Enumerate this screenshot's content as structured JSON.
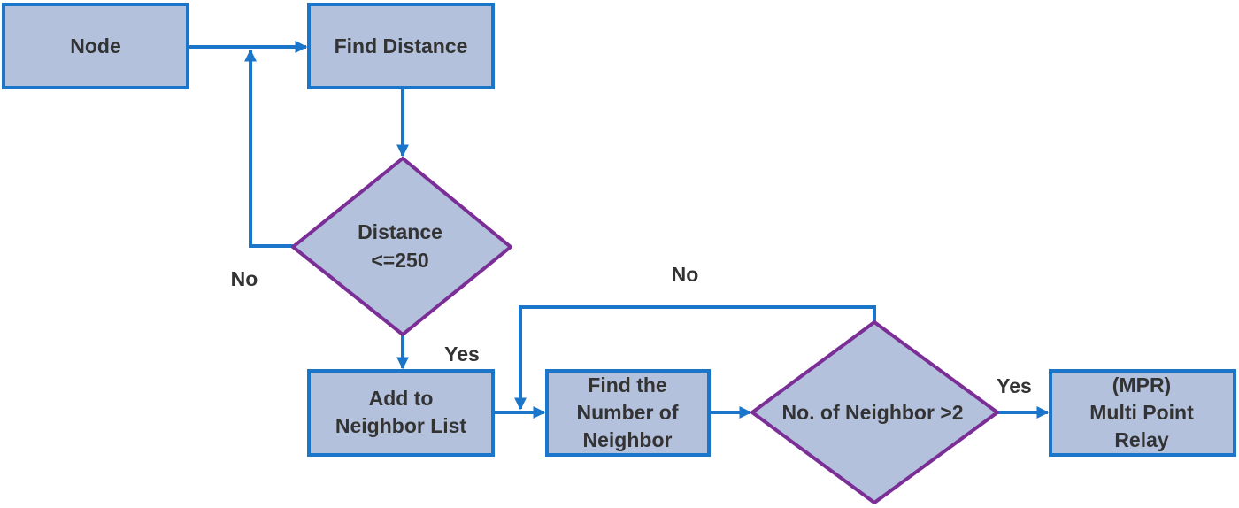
{
  "nodes": {
    "node": {
      "label": "Node"
    },
    "find_distance": {
      "label": "Find Distance"
    },
    "distance_check": {
      "line1": "Distance",
      "line2": "<=250"
    },
    "add_neighbor": {
      "line1": "Add to",
      "line2": "Neighbor List"
    },
    "find_number": {
      "line1": "Find the",
      "line2": "Number of",
      "line3": "Neighbor"
    },
    "neighbor_check": {
      "label": "No. of Neighbor >2"
    },
    "mpr": {
      "line1": "(MPR)",
      "line2": "Multi Point",
      "line3": "Relay"
    }
  },
  "edge_labels": {
    "distance_no": "No",
    "distance_yes": "Yes",
    "neighbor_no": "No",
    "neighbor_yes": "Yes"
  },
  "colors": {
    "box_fill": "#b3c1dd",
    "box_stroke": "#1b75c9",
    "diamond_stroke": "#7a2e96",
    "arrow": "#1b75c9",
    "text": "#333333"
  }
}
